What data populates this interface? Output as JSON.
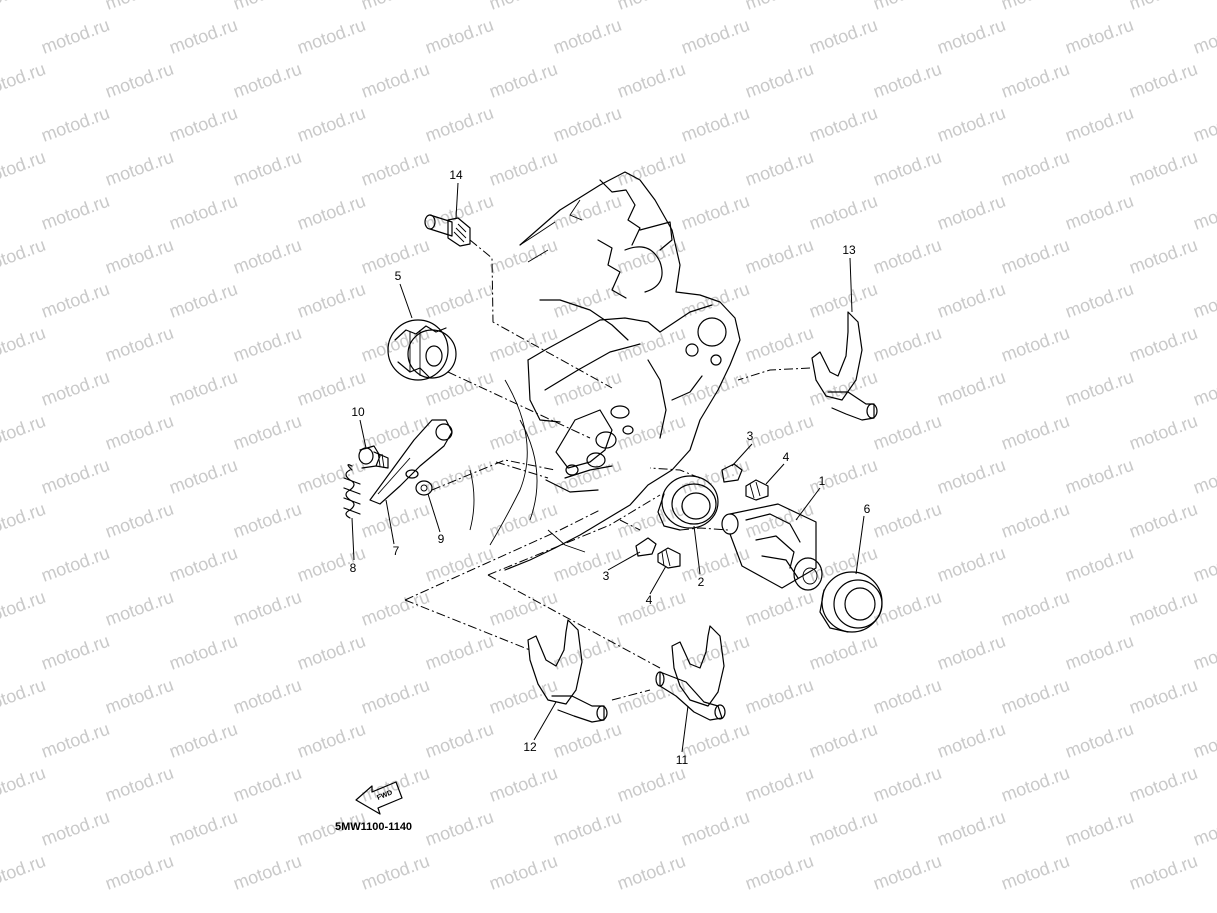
{
  "watermark": {
    "text": "motod.ru"
  },
  "diagram_code": "5MW1100-1140",
  "fwd_label": "FWD",
  "callouts": [
    {
      "id": "1",
      "label": "1"
    },
    {
      "id": "2",
      "label": "2"
    },
    {
      "id": "3a",
      "label": "3"
    },
    {
      "id": "3b",
      "label": "3"
    },
    {
      "id": "4a",
      "label": "4"
    },
    {
      "id": "4b",
      "label": "4"
    },
    {
      "id": "5",
      "label": "5"
    },
    {
      "id": "6",
      "label": "6"
    },
    {
      "id": "7",
      "label": "7"
    },
    {
      "id": "8",
      "label": "8"
    },
    {
      "id": "9",
      "label": "9"
    },
    {
      "id": "10",
      "label": "10"
    },
    {
      "id": "11",
      "label": "11"
    },
    {
      "id": "12",
      "label": "12"
    },
    {
      "id": "13",
      "label": "13"
    },
    {
      "id": "14",
      "label": "14"
    }
  ]
}
